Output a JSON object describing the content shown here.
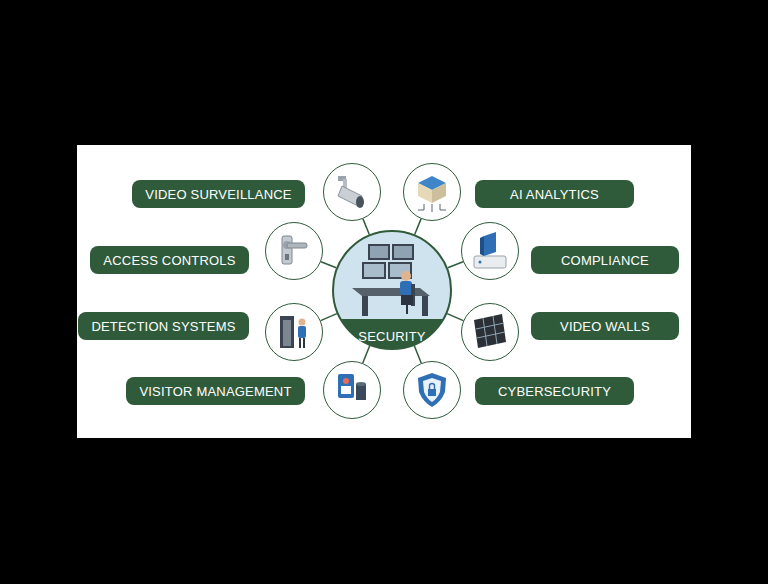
{
  "diagram": {
    "nodes": [
      {
        "text": [
          "SECURITY"
        ]
      },
      {
        "text": [
          "VIDEO SURVEILLANCE"
        ]
      },
      {
        "text": [
          "AI ANALYTICS"
        ]
      },
      {
        "text": [
          "ACCESS CONTROLS"
        ]
      },
      {
        "text": [
          "COMPLIANCE"
        ]
      },
      {
        "text": [
          "DETECTION SYSTEMS"
        ]
      },
      {
        "text": [
          "VIDEO WALLS"
        ]
      },
      {
        "text": [
          "VISITOR MANAGEMENT"
        ]
      },
      {
        "text": [
          "CYBERSECURITY"
        ]
      }
    ],
    "edges": [
      {
        "from": 0,
        "to": 1,
        "arrow": "none"
      },
      {
        "from": 0,
        "to": 2,
        "arrow": "none"
      },
      {
        "from": 0,
        "to": 3,
        "arrow": "none"
      },
      {
        "from": 0,
        "to": 4,
        "arrow": "none"
      },
      {
        "from": 0,
        "to": 5,
        "arrow": "none"
      },
      {
        "from": 0,
        "to": 6,
        "arrow": "none"
      },
      {
        "from": 0,
        "to": 7,
        "arrow": "none"
      },
      {
        "from": 0,
        "to": 8,
        "arrow": "none"
      }
    ]
  }
}
